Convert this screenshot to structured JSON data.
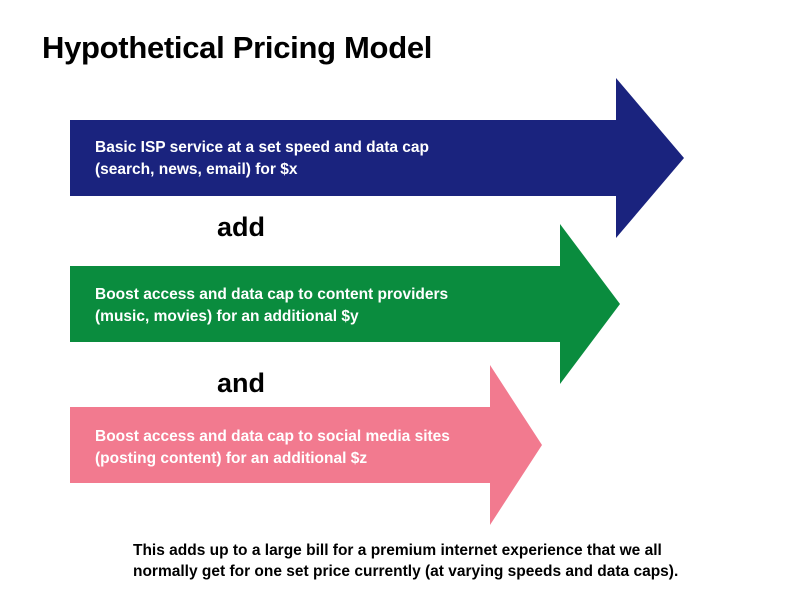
{
  "title": "Hypothetical Pricing Model",
  "tiers": [
    {
      "line1": "Basic ISP service at a set speed and data cap",
      "line2": "(search, news, email) for  $x",
      "color": "#1a237e"
    },
    {
      "line1": "Boost access and data cap to content providers",
      "line2": "(music, movies) for an additional $y",
      "color": "#0a8c3e"
    },
    {
      "line1": "Boost access and data cap to social media sites",
      "line2": "(posting content) for an additional $z",
      "color": "#f27a8f"
    }
  ],
  "connectors": [
    "add",
    "and"
  ],
  "footnote": {
    "line1": "This adds up to a large bill for a premium internet experience that we all",
    "line2": "normally get for one set price currently (at varying speeds and data caps)."
  }
}
